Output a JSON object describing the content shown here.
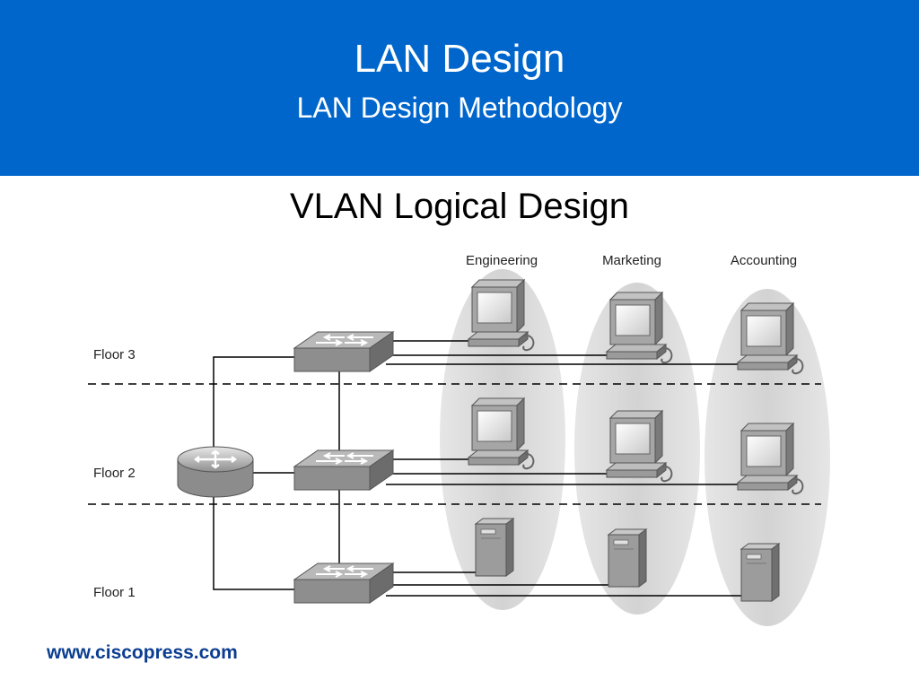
{
  "header": {
    "title": "LAN Design",
    "subtitle": "LAN Design Methodology"
  },
  "slide_title": "VLAN Logical Design",
  "groups": [
    "Engineering",
    "Marketing",
    "Accounting"
  ],
  "floors": [
    "Floor 3",
    "Floor 2",
    "Floor 1"
  ],
  "footer": "www.ciscopress.com",
  "colors": {
    "header_bg": "#0066cc",
    "footer_text": "#0b3d91",
    "vlan_oval": "#dcdcdc",
    "device_gray": "#9a9a9a"
  }
}
